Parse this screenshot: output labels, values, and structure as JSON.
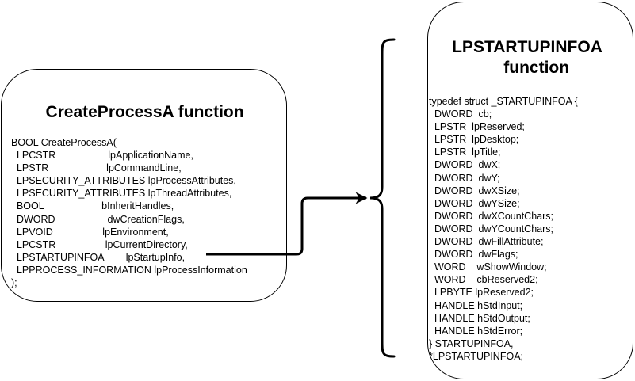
{
  "left_box": {
    "title": "CreateProcessA function",
    "code_lines": [
      "BOOL CreateProcessA(",
      "  LPCSTR                   lpApplicationName,",
      "  LPSTR                     lpCommandLine,",
      "  LPSECURITY_ATTRIBUTES lpProcessAttributes,",
      "  LPSECURITY_ATTRIBUTES lpThreadAttributes,",
      "  BOOL                     bInheritHandles,",
      "  DWORD                   dwCreationFlags,",
      "  LPVOID                  lpEnvironment,",
      "  LPCSTR                  lpCurrentDirectory,",
      "  LPSTARTUPINFOA        lpStartupInfo,",
      "  LPPROCESS_INFORMATION lpProcessInformation",
      ");"
    ]
  },
  "right_box": {
    "title": "LPSTARTUPINFOA\n    function",
    "code_lines": [
      "typedef struct _STARTUPINFOA {",
      "  DWORD  cb;",
      "  LPSTR  lpReserved;",
      "  LPSTR  lpDesktop;",
      "  LPSTR  lpTitle;",
      "  DWORD  dwX;",
      "  DWORD  dwY;",
      "  DWORD  dwXSize;",
      "  DWORD  dwYSize;",
      "  DWORD  dwXCountChars;",
      "  DWORD  dwYCountChars;",
      "  DWORD  dwFillAttribute;",
      "  DWORD  dwFlags;",
      "  WORD    wShowWindow;",
      "  WORD    cbReserved2;",
      "  LPBYTE lpReserved2;",
      "  HANDLE hStdInput;",
      "  HANDLE hStdOutput;",
      "  HANDLE hStdError;",
      "} STARTUPINFOA,",
      "*LPSTARTUPINFOA;"
    ]
  },
  "colors": {
    "stroke": "#000000",
    "background": "#ffffff",
    "text": "#000000"
  }
}
